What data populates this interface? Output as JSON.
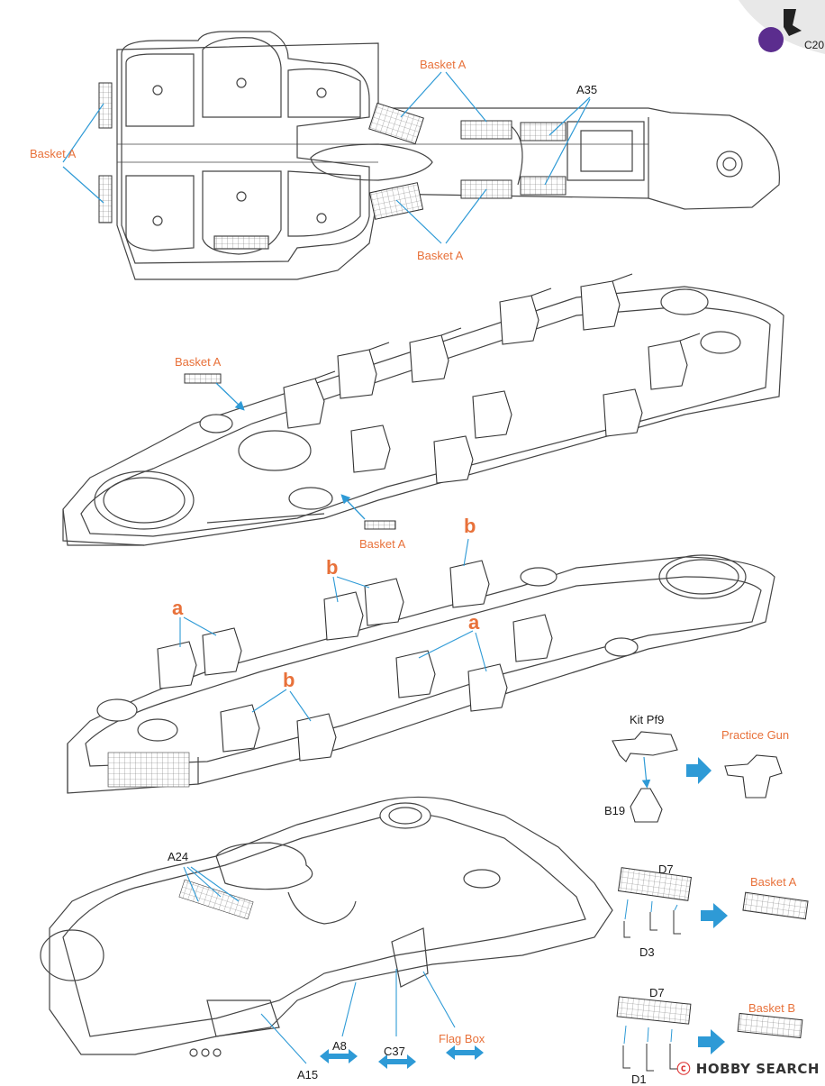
{
  "page": {
    "step_badge_text": "C20",
    "watermark": "HOBBY SEARCH"
  },
  "diagram1": {
    "basket_a_left": "Basket A",
    "basket_a_top": "Basket A",
    "basket_a_bottom": "Basket A",
    "a35": "A35"
  },
  "diagram2": {
    "basket_a_top": "Basket A",
    "basket_a_bottom": "Basket A"
  },
  "diagram3": {
    "b_top": "b",
    "b_mid": "b",
    "a_left": "a",
    "a_mid": "a",
    "b_low": "b"
  },
  "detail_practice_gun": {
    "kit": "Kit Pf9",
    "b19": "B19",
    "result": "Practice Gun"
  },
  "detail_basket_a": {
    "d7": "D7",
    "d3": "D3",
    "result": "Basket A"
  },
  "detail_basket_b": {
    "d7": "D7",
    "d1": "D1",
    "result": "Basket B"
  },
  "diagram4": {
    "a24": "A24",
    "a8": "A8",
    "c37": "C37",
    "flag_box": "Flag Box",
    "a15": "A15"
  },
  "colors": {
    "callout_orange": "#e8713a",
    "leader_blue": "#2e9ad6",
    "line_gray": "#555555",
    "badge_purple": "#5b2d8e"
  }
}
